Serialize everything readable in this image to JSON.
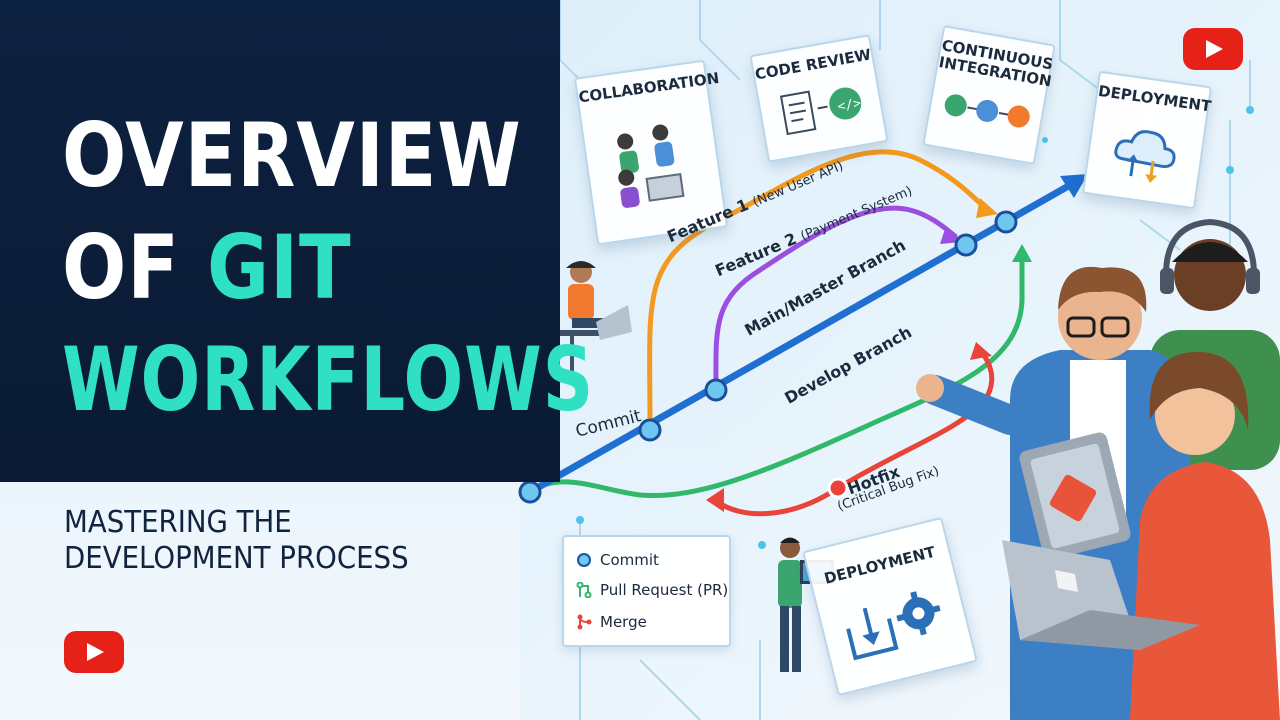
{
  "title": {
    "line1": "OVERVIEW",
    "line2_prefix": "OF ",
    "line2_accent": "GIT",
    "line3": "WORKFLOWS"
  },
  "subtitle": "MASTERING THE\nDEVELOPMENT PROCESS",
  "cards": {
    "collaboration": "COLLABORATION",
    "code_review": "CODE REVIEW",
    "continuous_integration": "CONTINUOUS\nINTEGRATION",
    "deployment_top": "DEPLOYMENT",
    "deployment_bottom": "DEPLOYMENT"
  },
  "branches": {
    "feature1": {
      "name": "Feature 1",
      "detail": "(New User API)"
    },
    "feature2": {
      "name": "Feature 2",
      "detail": "(Payment System)"
    },
    "main": {
      "name": "Main/Master Branch"
    },
    "develop": {
      "name": "Develop Branch"
    },
    "hotfix": {
      "name": "Hotfix",
      "detail": "(Critical Bug Fix)"
    },
    "commit_label": "Commit"
  },
  "legend": {
    "commit": "Commit",
    "pull_request": "Pull Request (PR)",
    "merge": "Merge"
  },
  "icons": [
    "youtube-logo-icon",
    "commit-icon",
    "pull-request-icon",
    "merge-icon",
    "cloud-upload-icon",
    "gear-icon",
    "download-icon",
    "document-icon"
  ],
  "colors": {
    "title_panel": "#0d2140",
    "accent_teal": "#2fe0c3",
    "main_branch": "#1f6fd1",
    "feature1": "#f39a1e",
    "feature2": "#9b4fe0",
    "develop": "#31b86a",
    "hotfix": "#e8443a",
    "youtube_red": "#e62117"
  }
}
